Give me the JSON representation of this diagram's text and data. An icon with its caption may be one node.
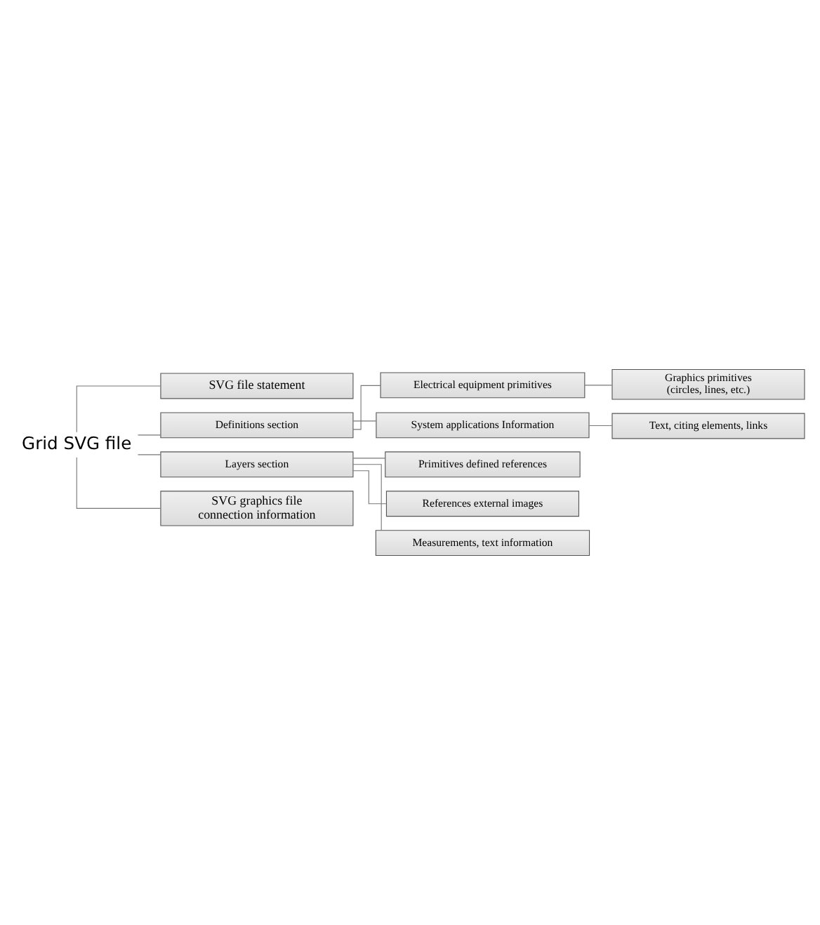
{
  "diagram": {
    "nodes": [
      {
        "text": [
          "Grid SVG file"
        ]
      },
      {
        "text": [
          "SVG file statement"
        ]
      },
      {
        "text": [
          "Definitions section"
        ]
      },
      {
        "text": [
          "Electrical equipment primitives"
        ]
      },
      {
        "text": [
          "Graphics primitives (circles, lines, etc.)"
        ]
      },
      {
        "text": [
          "System applications Information"
        ]
      },
      {
        "text": [
          "Text, citing elements, links"
        ]
      },
      {
        "text": [
          "Layers section"
        ]
      },
      {
        "text": [
          "Primitives defined references"
        ]
      },
      {
        "text": [
          "References external images"
        ]
      },
      {
        "text": [
          "Measurements, text information"
        ]
      },
      {
        "text": [
          "SVG graphics file connection information"
        ]
      }
    ],
    "edges": [
      {
        "from": 0,
        "to": 1,
        "arrow": "none"
      },
      {
        "from": 0,
        "to": 2,
        "arrow": "none"
      },
      {
        "from": 2,
        "to": 3,
        "arrow": "none"
      },
      {
        "from": 3,
        "to": 4,
        "arrow": "none"
      },
      {
        "from": 2,
        "to": 5,
        "arrow": "none"
      },
      {
        "from": 5,
        "to": 6,
        "arrow": "none"
      },
      {
        "from": 0,
        "to": 7,
        "arrow": "none"
      },
      {
        "from": 7,
        "to": 8,
        "arrow": "none"
      },
      {
        "from": 7,
        "to": 9,
        "arrow": "none"
      },
      {
        "from": 7,
        "to": 10,
        "arrow": "none"
      },
      {
        "from": 0,
        "to": 11,
        "arrow": "none"
      }
    ]
  }
}
